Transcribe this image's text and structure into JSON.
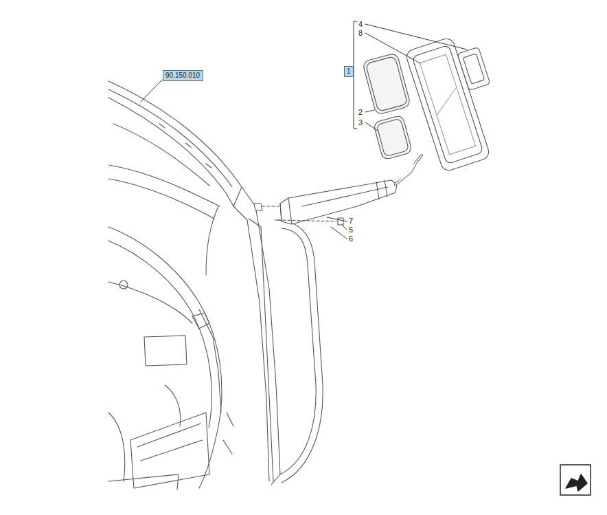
{
  "diagram": {
    "nodes": [
      {
        "text": [
          "90.150.010"
        ]
      },
      {
        "text": [
          "1"
        ]
      }
    ],
    "labels": [
      "4",
      "8",
      "2",
      "3",
      "7",
      "5",
      "6"
    ]
  }
}
